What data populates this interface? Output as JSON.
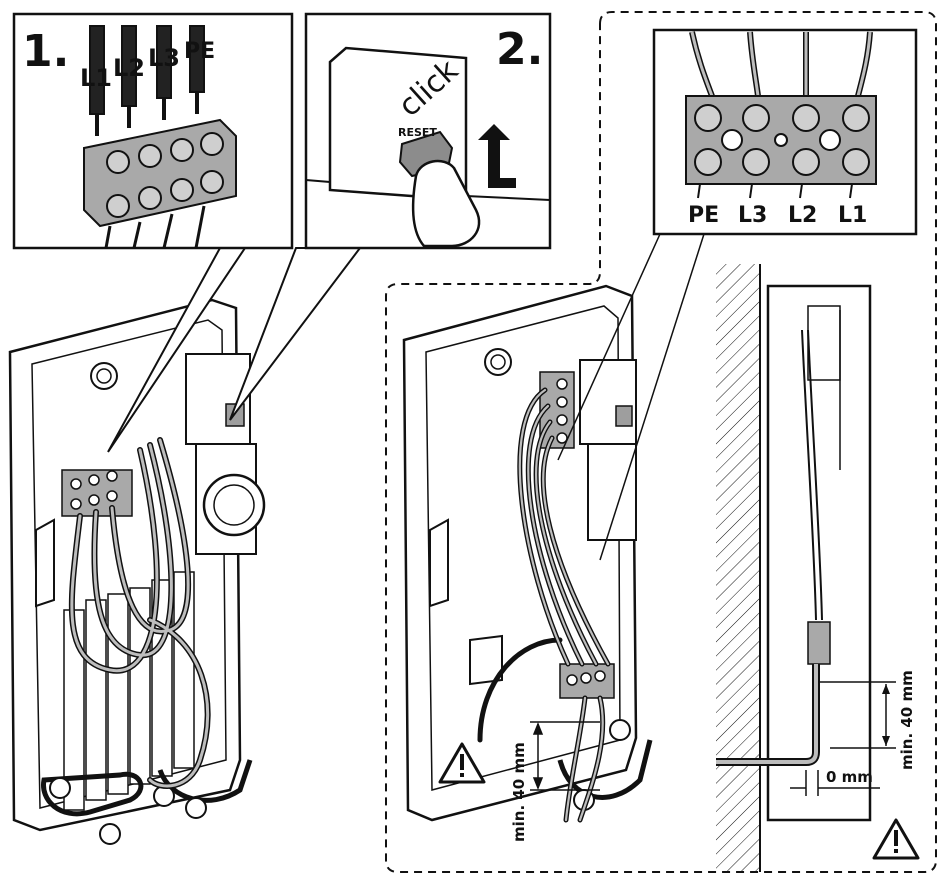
{
  "step1": {
    "number": "1.",
    "wires": [
      "L1",
      "L2",
      "L3",
      "PE"
    ]
  },
  "step2": {
    "number": "2.",
    "click_text": "click",
    "reset_label": "RESET"
  },
  "terminal_block": {
    "labels": [
      "PE",
      "L3",
      "L2",
      "L1"
    ]
  },
  "dimensions": {
    "strip_left": "min. 40 mm",
    "strip_right": "min. 40 mm",
    "offset": "0 mm"
  },
  "icons": {
    "warning": "warning-triangle-icon"
  },
  "colors": {
    "line": "#111111",
    "wire_fill": "#bdbdbd",
    "terminal_fill": "#a9a9a9",
    "panel_fill": "#ffffff"
  }
}
